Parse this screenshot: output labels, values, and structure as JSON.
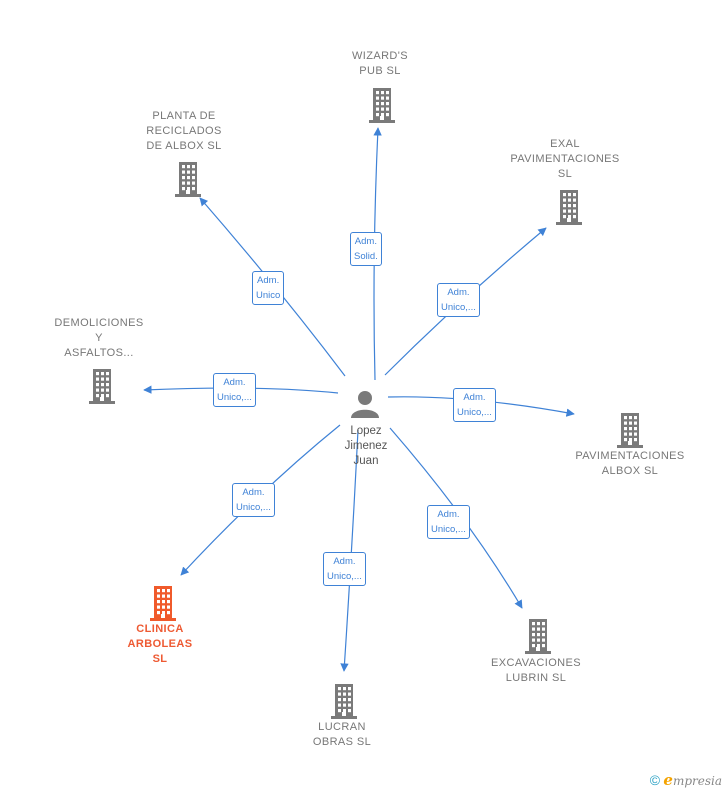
{
  "center": {
    "name": "Lopez\nJimenez\nJuan"
  },
  "colors": {
    "edge": "#3f82d6",
    "building": "#7a7a7a",
    "highlight": "#f05a2b"
  },
  "nodes": [
    {
      "label": "WIZARD'S\nPUB SL",
      "relation": "Adm.\nSolid.",
      "highlight": false
    },
    {
      "label": "PLANTA DE\nRECICLADOS\nDE ALBOX SL",
      "relation": "Adm.\nUnico",
      "highlight": false
    },
    {
      "label": "EXAL\nPAVIMENTACIONES\nSL",
      "relation": "Adm.\nUnico,...",
      "highlight": false
    },
    {
      "label": "DEMOLICIONES\nY\nASFALTOS...",
      "relation": "Adm.\nUnico,...",
      "highlight": false
    },
    {
      "label": "PAVIMENTACIONES\nALBOX  SL",
      "relation": "Adm.\nUnico,...",
      "highlight": false
    },
    {
      "label": "CLINICA\nARBOLEAS\nSL",
      "relation": "Adm.\nUnico,...",
      "highlight": true
    },
    {
      "label": "LUCRAN\nOBRAS  SL",
      "relation": "Adm.\nUnico,...",
      "highlight": false
    },
    {
      "label": "EXCAVACIONES\nLUBRIN  SL",
      "relation": "Adm.\nUnico,...",
      "highlight": false
    }
  ],
  "footer": {
    "copyright": "©",
    "brand_e": "e",
    "brand_rest": "mpresia"
  }
}
